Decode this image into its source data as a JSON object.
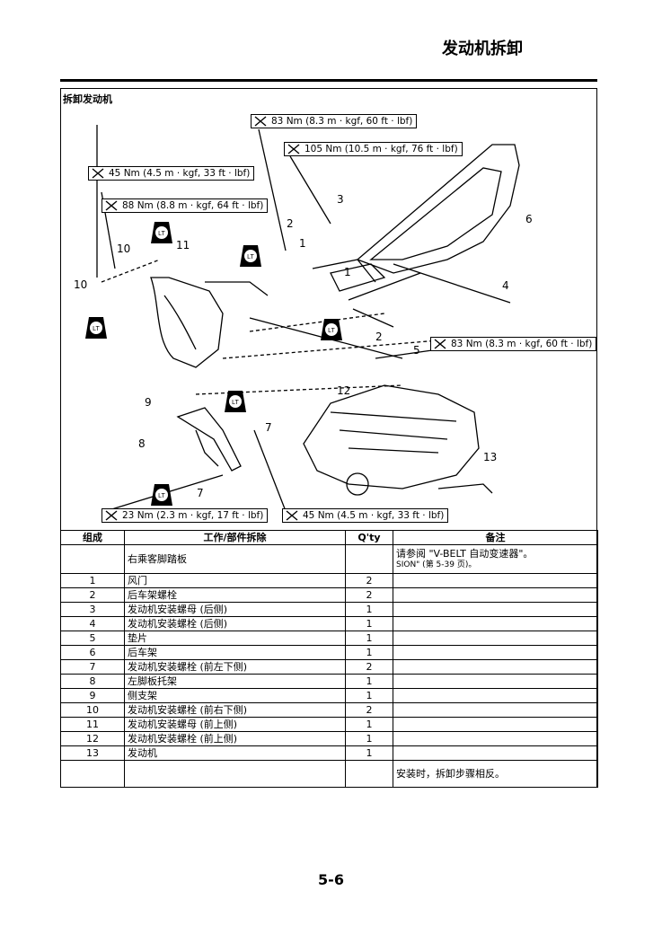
{
  "header": {
    "title": "发动机拆卸"
  },
  "section": {
    "title": "拆卸发动机"
  },
  "torques": [
    "83 Nm (8.3 m · kgf, 60 ft · lbf)",
    "105 Nm (10.5 m · kgf, 76 ft · lbf)",
    "45 Nm (4.5 m · kgf, 33 ft · lbf)",
    "88 Nm (8.8 m · kgf, 64 ft · lbf)",
    "83 Nm (8.3 m · kgf, 60 ft · lbf)",
    "23 Nm (2.3 m · kgf, 17 ft · lbf)",
    "45 Nm (4.5 m · kgf, 33 ft · lbf)"
  ],
  "callouts": [
    "1",
    "1",
    "2",
    "2",
    "3",
    "4",
    "5",
    "6",
    "7",
    "7",
    "8",
    "9",
    "10",
    "10",
    "11",
    "12",
    "13"
  ],
  "lt_label": "LT",
  "table": {
    "headers": {
      "group": "组成",
      "part": "工作/部件拆除",
      "qty": "Q'ty",
      "notes": "备注"
    },
    "preface": {
      "part": "右乘客脚踏板",
      "note1": "请参阅 \"V-BELT 自动变速器\"。",
      "note2": "SION\" (第 5-39 页)。"
    },
    "rows": [
      {
        "no": "1",
        "name": "风门",
        "qty": "2"
      },
      {
        "no": "2",
        "name": "后车架螺栓",
        "qty": "2"
      },
      {
        "no": "3",
        "name": "发动机安装螺母 (后侧)",
        "qty": "1"
      },
      {
        "no": "4",
        "name": "发动机安装螺栓 (后侧)",
        "qty": "1"
      },
      {
        "no": "5",
        "name": "垫片",
        "qty": "1"
      },
      {
        "no": "6",
        "name": "后车架",
        "qty": "1"
      },
      {
        "no": "7",
        "name": "发动机安装螺栓 (前左下侧)",
        "qty": "2"
      },
      {
        "no": "8",
        "name": "左脚板托架",
        "qty": "1"
      },
      {
        "no": "9",
        "name": "侧支架",
        "qty": "1"
      },
      {
        "no": "10",
        "name": "发动机安装螺栓 (前右下侧)",
        "qty": "2"
      },
      {
        "no": "11",
        "name": "发动机安装螺母 (前上侧)",
        "qty": "1"
      },
      {
        "no": "12",
        "name": "发动机安装螺栓 (前上侧)",
        "qty": "1"
      },
      {
        "no": "13",
        "name": "发动机",
        "qty": "1"
      }
    ],
    "footer_note": "安装时，拆卸步骤相反。"
  },
  "page_number": "5-6"
}
